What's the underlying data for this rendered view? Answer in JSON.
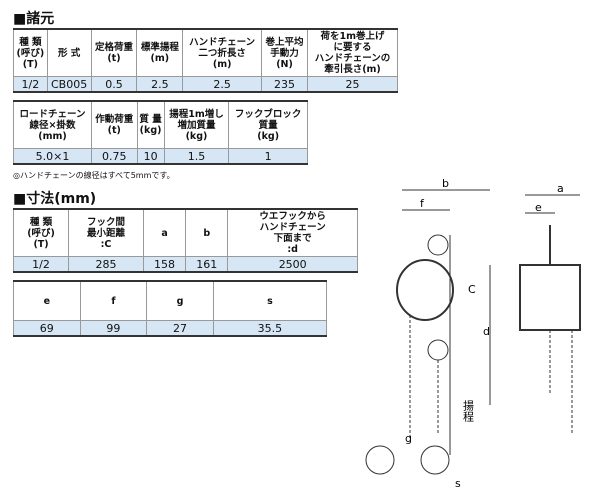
{
  "spec_heading": "■諸元",
  "spec_table1": {
    "headers": [
      "種 類\n(呼び)\n(T)",
      "形 式",
      "定格荷重\n(t)",
      "標準揚程\n(m)",
      "ハンドチェーン\n二つ折長さ\n(m)",
      "巻上平均\n手動力\n(N)",
      "荷を1m巻上げ\nに要する\nハンドチェーンの\n牽引長さ(m)"
    ],
    "row": [
      "1/2",
      "CB005",
      "0.5",
      "2.5",
      "2.5",
      "235",
      "25"
    ]
  },
  "spec_table2": {
    "headers": [
      "ロードチェーン\n線径×掛数\n(mm)",
      "作動荷重\n(t)",
      "質 量\n(kg)",
      "揚程1m増し\n増加質量\n(kg)",
      "フックブロック\n質量\n(kg)"
    ],
    "row": [
      "5.0×1",
      "0.75",
      "10",
      "1.5",
      "1"
    ]
  },
  "note": "◎ハンドチェーンの線径はすべて5mmです。",
  "dim_heading": "■寸法(mm)",
  "dim_table1": {
    "headers": [
      "種 類\n(呼び)\n(T)",
      "フック間\n最小距離\n:C",
      "a",
      "b",
      "ウエフックから\nハンドチェーン\n下面まで\n:d"
    ],
    "row": [
      "1/2",
      "285",
      "158",
      "161",
      "2500"
    ]
  },
  "dim_table2": {
    "headers": [
      "e",
      "f",
      "g",
      "s"
    ],
    "row": [
      "69",
      "99",
      "27",
      "35.5"
    ]
  },
  "diagram": {
    "labels": {
      "b": "b",
      "f": "f",
      "C": "C",
      "d": "d",
      "lift": "揚程",
      "g": "g",
      "s": "s",
      "a": "a",
      "e": "e"
    }
  }
}
